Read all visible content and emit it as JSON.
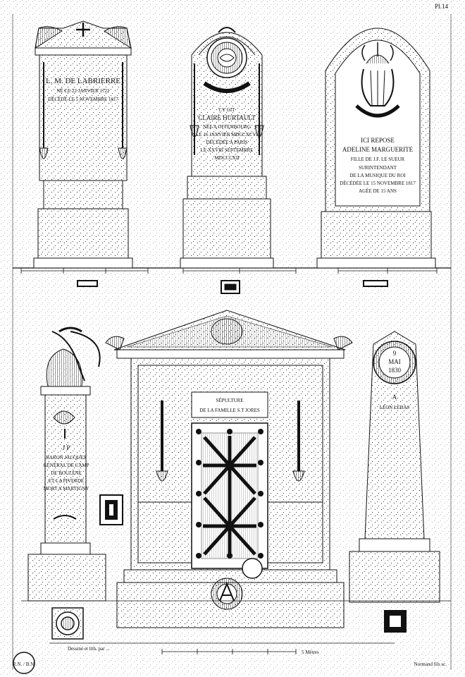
{
  "plate": {
    "number": "Pl.14",
    "footer_left": "Dessiné et lith. par ...",
    "footer_right": "Normand fils sc.",
    "stamp": "R.N. / B.N.",
    "scale_label": "5 Mètres"
  },
  "top": {
    "left": {
      "line1": "L. M. DE LABRIERRE",
      "line2": "NÉ LE 22 JANVIER 1722",
      "line3": "DÉCÉDÉ LE 5 NOVEMBRE 1817"
    },
    "middle": {
      "line1": "CY GIT",
      "line2": "CLAIRE HURTAULT",
      "line3": "NÉE A OFFENBOURG",
      "line4": "LE 16 JANVIER MDCCXCVI",
      "line5": "DÉCÉDÉE A PARIS",
      "line6": "LE XXVIII SEPTEMBRE",
      "line7": "MDCCCXII"
    },
    "right": {
      "line1": "ICI REPOSE",
      "line2": "ADELINE MARGUERITE",
      "line3": "FILLE DE J.F. LE SUEUR",
      "line4": "SURINTENDANT",
      "line5": "DE LA MUSIQUE DU ROI",
      "line6": "DÉCÉDÉE LE 15 NOVEMBRE 1817",
      "line7": "AGÉE DE 15 ANS"
    }
  },
  "bottom": {
    "column": {
      "line1": "J P",
      "line2": "BARON JACQUET",
      "line3": "GÉNÉRAL DE CAMP",
      "line4": "DE BOULÈNE",
      "line5": "ET LA PIVERDE",
      "line6": "MORT A MARTIGNY"
    },
    "tomb": {
      "line1": "SÉPULTURE",
      "line2": "DE LA FAMILLE S.T JORES"
    },
    "obelisk": {
      "wreath1": "9",
      "wreath2": "MAI",
      "wreath3": "1830",
      "line1": "A",
      "line2": "LÉON LEBAS"
    }
  }
}
